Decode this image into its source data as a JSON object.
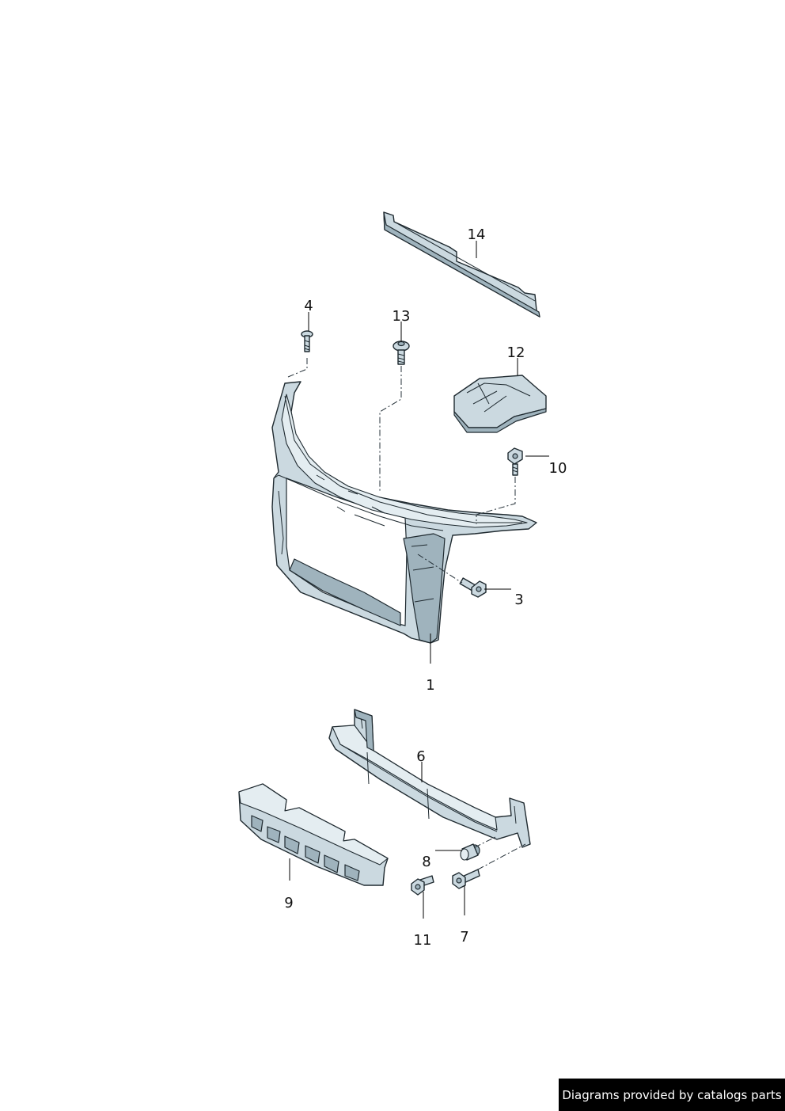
{
  "callouts": {
    "p1": "1",
    "p3": "3",
    "p4": "4",
    "p6": "6",
    "p7": "7",
    "p8": "8",
    "p9": "9",
    "p10": "10",
    "p11": "11",
    "p12": "12",
    "p13": "13",
    "p14": "14"
  },
  "footer": {
    "credit": "Diagrams provided by catalogs parts"
  },
  "colors": {
    "part_fill": "#cbd9e0",
    "outline": "#1f2a30",
    "footer_bg": "#000000"
  }
}
